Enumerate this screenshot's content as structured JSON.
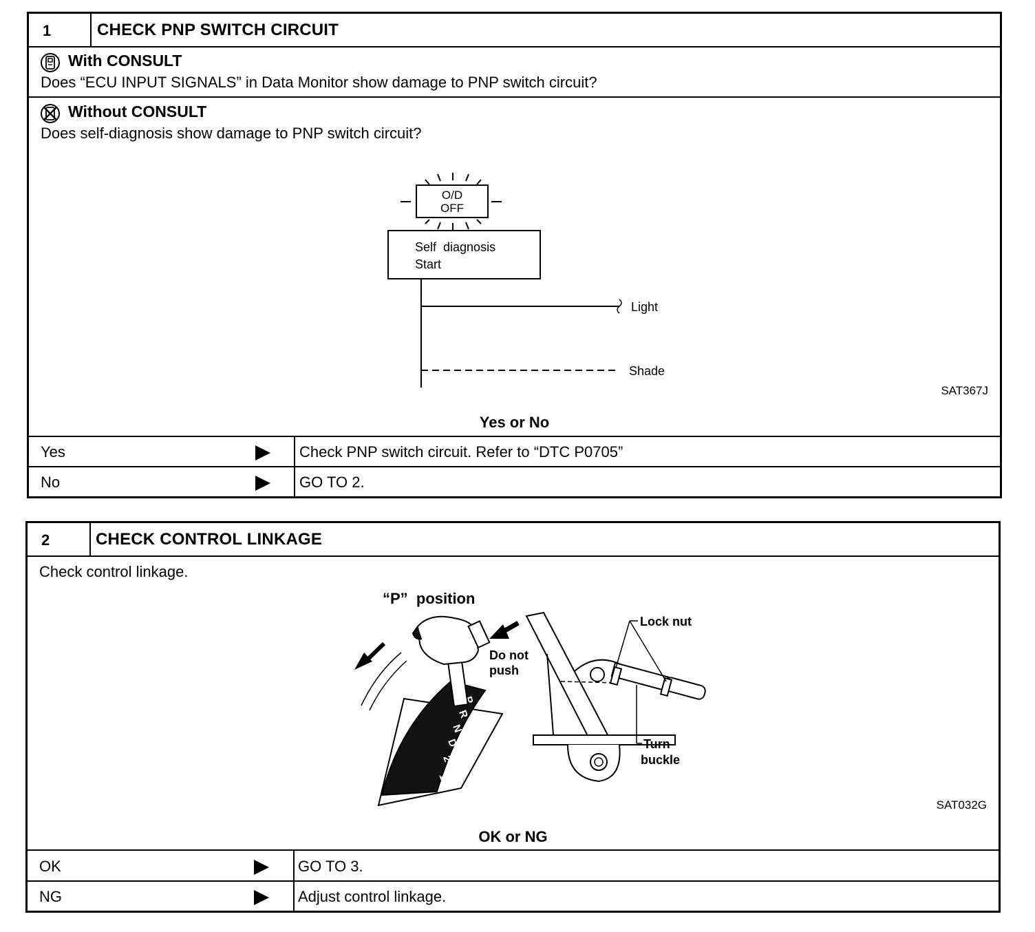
{
  "step1": {
    "number": "1",
    "title": "CHECK PNP SWITCH CIRCUIT",
    "with_consult": {
      "icon": "consult-tool-icon",
      "heading": "With CONSULT",
      "text": "Does “ECU INPUT SIGNALS” in Data Monitor show damage to PNP switch circuit?"
    },
    "without_consult": {
      "icon": "no-consult-tool-icon",
      "heading": "Without CONSULT",
      "text": "Does self-diagnosis show damage to PNP switch circuit?"
    },
    "figure": {
      "lamp_line1": "O/D",
      "lamp_line2": "OFF",
      "box_line1": "Self  diagnosis",
      "box_line2": "Start",
      "light_label": "Light",
      "shade_label": "Shade",
      "code": "SAT367J"
    },
    "question": "Yes or No",
    "results": [
      {
        "label": "Yes",
        "action": "Check PNP switch circuit. Refer to “DTC P0705”"
      },
      {
        "label": "No",
        "action": "GO TO 2."
      }
    ]
  },
  "step2": {
    "number": "2",
    "title": "CHECK CONTROL LINKAGE",
    "text": "Check control linkage.",
    "figure": {
      "position_label": "“P”  position",
      "do_not": "Do not",
      "push": "push",
      "lock_nut": "Lock nut",
      "turn": "Turn",
      "buckle": "buckle",
      "gear_letters": [
        "P",
        "R",
        "N",
        "D",
        "2",
        "1"
      ],
      "code": "SAT032G"
    },
    "question": "OK or NG",
    "results": [
      {
        "label": "OK",
        "action": "GO TO 3."
      },
      {
        "label": "NG",
        "action": "Adjust control linkage."
      }
    ]
  }
}
